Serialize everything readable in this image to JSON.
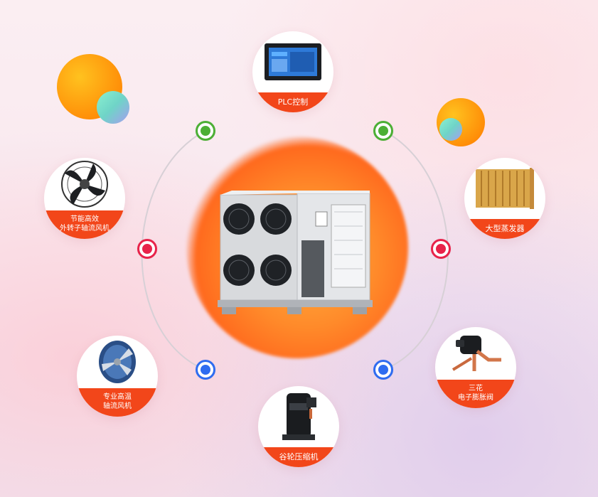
{
  "features": [
    {
      "id": "plc",
      "label": "PLC控制",
      "icon": "plc-touchscreen-icon"
    },
    {
      "id": "fan",
      "label_lines": [
        "节能高效",
        "外转子轴流风机"
      ],
      "icon": "axial-fan-icon"
    },
    {
      "id": "evaporator",
      "label": "大型蒸发器",
      "icon": "evaporator-coil-icon"
    },
    {
      "id": "duct_fan",
      "label_lines": [
        "专业高温",
        "轴流风机"
      ],
      "icon": "duct-fan-icon"
    },
    {
      "id": "valve",
      "label_lines": [
        "三花",
        "电子膨胀阀"
      ],
      "icon": "expansion-valve-icon"
    },
    {
      "id": "compressor",
      "label": "谷轮压缩机",
      "icon": "scroll-compressor-icon"
    }
  ],
  "colors": {
    "banner": "#f2461a",
    "marker_green": "#4caf35",
    "marker_red": "#e8234a",
    "marker_blue": "#2e6cf0",
    "glow": "#ff8a2a"
  }
}
